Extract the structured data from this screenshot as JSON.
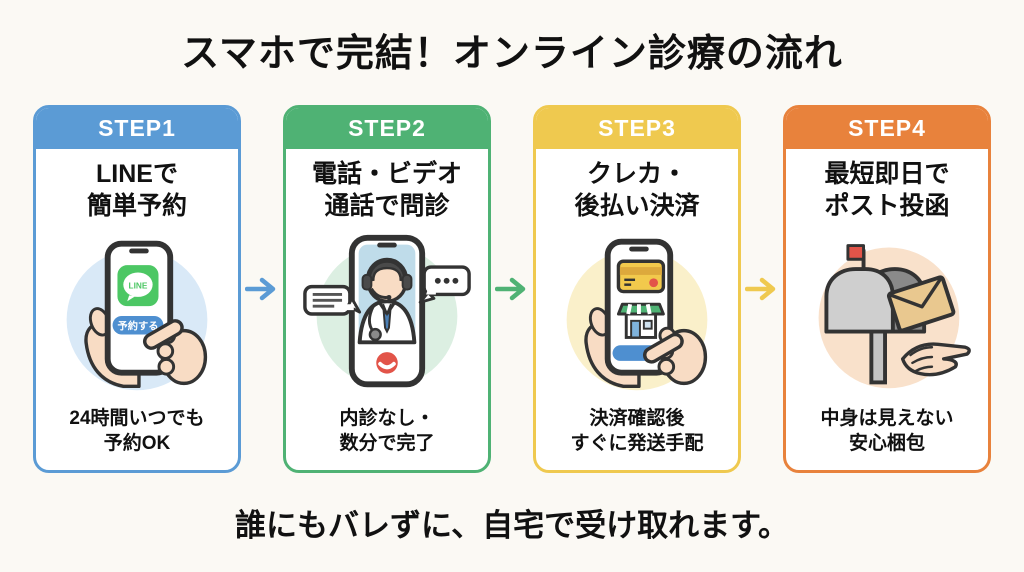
{
  "title": "スマホで完結！オンライン診療の流れ",
  "footer": "誰にもバレずに、自宅で受け取れます。",
  "colors": {
    "page_background": "#FBF9F4",
    "card_background": "#FFFFFF",
    "outline": "#333333",
    "skin": "#F8DCC4",
    "line_brand_green": "#4CC764",
    "button_blue": "#4E8FD0",
    "alert_red": "#E25449"
  },
  "steps": [
    {
      "label": "STEP1",
      "title_lines": [
        "LINEで",
        "簡単予約"
      ],
      "caption_lines": [
        "24時間いつでも",
        "予約OK"
      ],
      "accent_color": "#5B9BD5",
      "light_color": "#D9E9F7",
      "icon": "line-reservation-illustration",
      "illustration": {
        "line_logo_text": "LINE",
        "reserve_button_label": "予約する"
      }
    },
    {
      "label": "STEP2",
      "title_lines": [
        "電話・ビデオ",
        "通話で問診"
      ],
      "caption_lines": [
        "内診なし・",
        "数分で完了"
      ],
      "accent_color": "#4FB274",
      "light_color": "#DCEFE2",
      "icon": "doctor-video-call-illustration"
    },
    {
      "label": "STEP3",
      "title_lines": [
        "クレカ・",
        "後払い決済"
      ],
      "caption_lines": [
        "決済確認後",
        "すぐに発送手配"
      ],
      "accent_color": "#EFC94F",
      "light_color": "#FAF0CA",
      "icon": "smartphone-payment-illustration"
    },
    {
      "label": "STEP4",
      "title_lines": [
        "最短即日で",
        "ポスト投函"
      ],
      "caption_lines": [
        "中身は見えない",
        "安心梱包"
      ],
      "accent_color": "#E8823C",
      "light_color": "#F9E1CB",
      "icon": "mailbox-delivery-illustration"
    }
  ]
}
